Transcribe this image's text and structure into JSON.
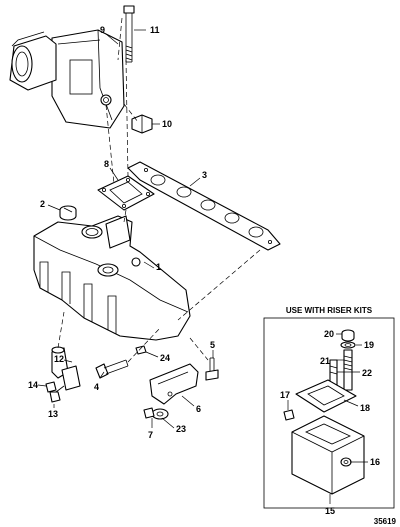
{
  "inset": {
    "title": "USE WITH RISER KITS"
  },
  "figure_number": "35619",
  "callouts": {
    "c1": "1",
    "c2": "2",
    "c3": "3",
    "c4": "4",
    "c5": "5",
    "c6": "6",
    "c7": "7",
    "c8": "8",
    "c9": "9",
    "c10": "10",
    "c11": "11",
    "c12": "12",
    "c13": "13",
    "c14": "14",
    "c15": "15",
    "c16": "16",
    "c17": "17",
    "c18": "18",
    "c19": "19",
    "c20": "20",
    "c21": "21",
    "c22": "22",
    "c23": "23",
    "c24": "24"
  }
}
